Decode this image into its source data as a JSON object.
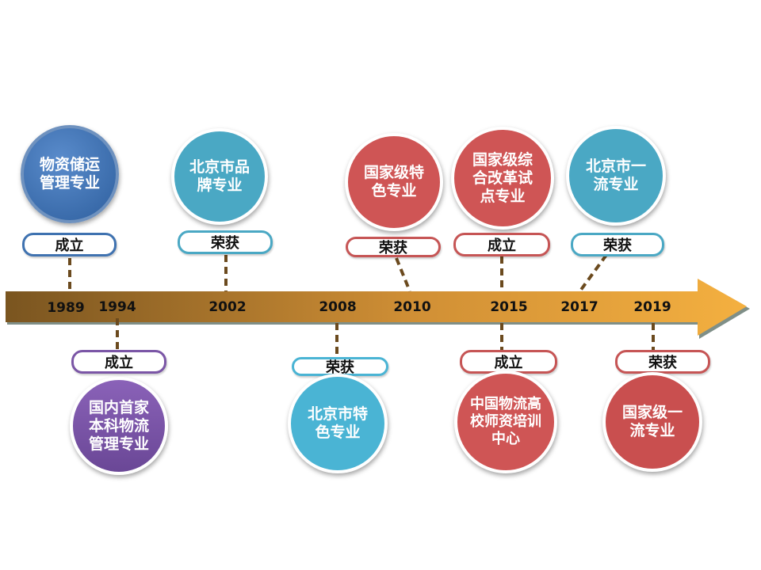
{
  "colors": {
    "blue": "#3f72b0",
    "teal": "#4aa8c4",
    "red": "#cf5555",
    "purple": "#7b56a6",
    "sky": "#4ab4d4",
    "arrow_start": "#7a5520",
    "arrow_end": "#f4b040",
    "connector": "#6b4a1e"
  },
  "years": [
    "1989",
    "1994",
    "2002",
    "2008",
    "2010",
    "2015",
    "2017",
    "2019"
  ],
  "events": [
    {
      "year": "1989",
      "label": "成立",
      "title": "物资储运\n管理专业",
      "color": "blue"
    },
    {
      "year": "1994",
      "label": "成立",
      "title": "国内首家\n本科物流\n管理专业",
      "color": "purple"
    },
    {
      "year": "2002",
      "label": "荣获",
      "title": "北京市品\n牌专业",
      "color": "teal"
    },
    {
      "year": "2008",
      "label": "荣获",
      "title": "北京市特\n色专业",
      "color": "sky"
    },
    {
      "year": "2010",
      "label": "荣获",
      "title": "国家级特\n色专业",
      "color": "red"
    },
    {
      "year": "2015",
      "label": "成立",
      "title": "国家级综\n合改革试\n点专业",
      "color": "red"
    },
    {
      "year": "2015",
      "label": "成立",
      "title": "中国物流高\n校师资培训\n中心",
      "color": "red"
    },
    {
      "year": "2017",
      "label": "荣获",
      "title": "北京市一\n流专业",
      "color": "teal"
    },
    {
      "year": "2019",
      "label": "荣获",
      "title": "国家级一\n流专业",
      "color": "red"
    }
  ]
}
